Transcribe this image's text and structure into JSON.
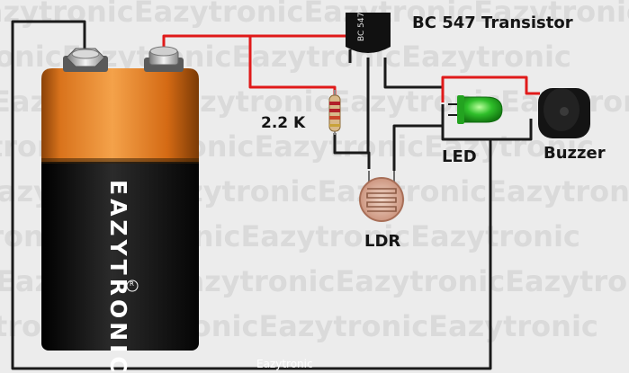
{
  "watermark": {
    "text": "EazytronicEazytronicEazytronicEazytronic"
  },
  "labels": {
    "transistor": "BC 547 Transistor",
    "transistor_marking": "BC 547",
    "resistor": "2.2 K",
    "led": "LED",
    "buzzer": "Buzzer",
    "ldr": "LDR",
    "battery_brand": "EAZYTRONIC",
    "registered_mark": "R",
    "footer": "Eazytronic"
  },
  "colors": {
    "background": "#ececec",
    "watermark": "#dadada",
    "wire_black": "#1a1a1a",
    "wire_red": "#e01a1a",
    "battery_orange": "#d9731c",
    "battery_black": "#141414",
    "led_green": "#2fbf2a",
    "transistor_body": "#111111"
  }
}
